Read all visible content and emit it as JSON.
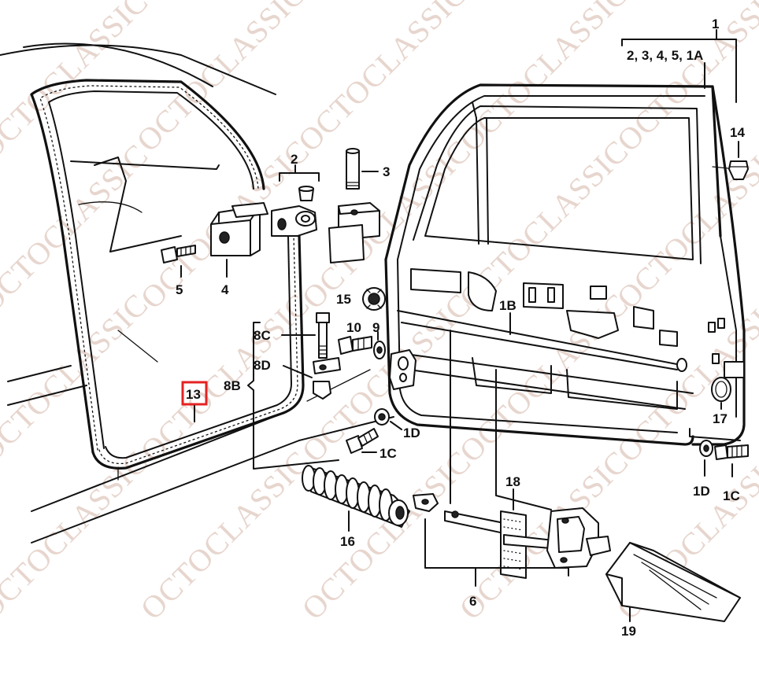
{
  "watermark": "OCTOCLASSIC",
  "highlight_color": "#e52222",
  "labels": {
    "l1": "1",
    "l1_group": "2, 3, 4, 5, 1A",
    "l2": "2",
    "l3": "3",
    "l4": "4",
    "l5": "5",
    "l6": "6",
    "l8b": "8B",
    "l8c": "8C",
    "l8d": "8D",
    "l9": "9",
    "l10": "10",
    "l13": "13",
    "l14": "14",
    "l15": "15",
    "l16": "16",
    "l17": "17",
    "l18": "18",
    "l19": "19",
    "l1b": "1B",
    "l1c_left": "1C",
    "l1d_left": "1D",
    "l1c_right": "1C",
    "l1d_right": "1D"
  }
}
